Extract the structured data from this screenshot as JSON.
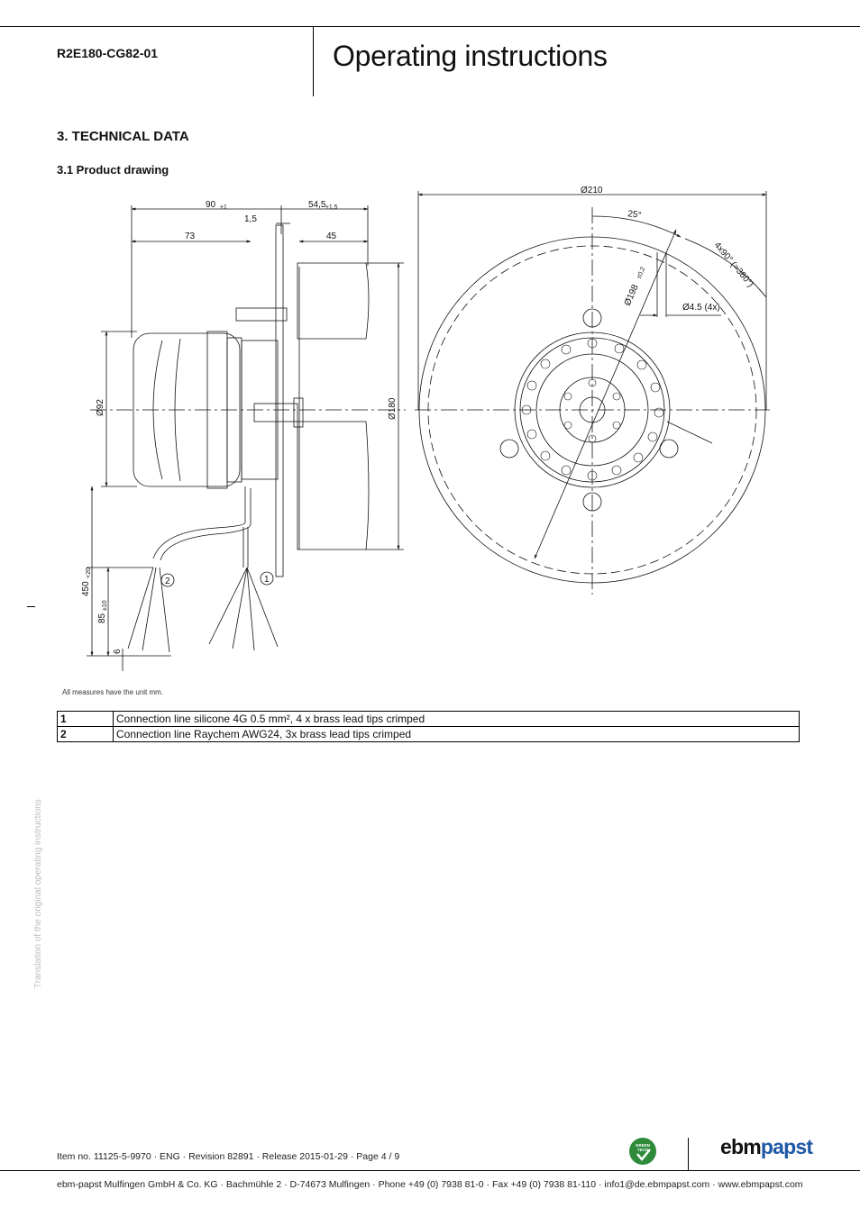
{
  "header": {
    "doc_code": "R2E180-CG82-01",
    "title": "Operating instructions"
  },
  "section": {
    "heading": "3. TECHNICAL DATA",
    "subheading": "3.1 Product drawing"
  },
  "drawing": {
    "dims": {
      "d90": "90",
      "tol_90": "±1",
      "d54": "54,5",
      "tol_54": "±1,5",
      "d15": "1,5",
      "d73": "73",
      "d45": "45",
      "d92": "Ø92",
      "d180": "Ø180",
      "d210": "Ø210",
      "angle25": "25°",
      "angle4x": "4x90° (=360°)",
      "d198": "Ø198",
      "tol_198": "±0,2",
      "hole": "Ø4.5 (4x)",
      "len450": "450",
      "tol_450": "+20",
      "len85": "85",
      "tol_85": "±10",
      "len6": "6",
      "callout1": "1",
      "callout2": "2"
    }
  },
  "measure_note": "All measures have the unit mm.",
  "legend": [
    {
      "num": "1",
      "text": "Connection line silicone 4G 0.5 mm², 4 x brass lead tips crimped"
    },
    {
      "num": "2",
      "text": "Connection line Raychem AWG24, 3x brass lead tips crimped"
    }
  ],
  "side_note": "Translation of the original operating instructions",
  "footer": {
    "item_line": "Item no. 11125-5-9970 · ENG · Revision 82891 · Release 2015-01-29 · Page 4 / 9",
    "company_line": "ebm-papst Mulfingen GmbH & Co. KG · Bachmühle 2 · D-74673 Mulfingen · Phone +49 (0) 7938 81-0 · Fax +49 (0) 7938 81-110 · info1@de.ebmpapst.com · www.ebmpapst.com"
  },
  "logos": {
    "greentech": "GREEN TECH",
    "brand_part1": "ebm",
    "brand_part2": "papst",
    "brand_color": "#1d57a5",
    "greentech_color": "#2e8b3a"
  }
}
